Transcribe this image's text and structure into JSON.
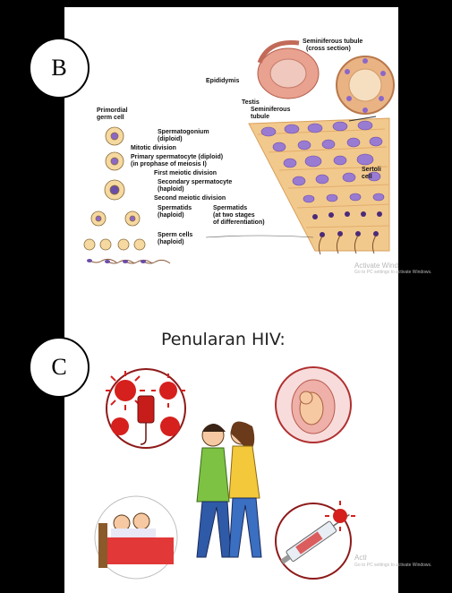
{
  "circles": {
    "b_letter": "B",
    "c_letter": "C"
  },
  "figure_b": {
    "labels": {
      "seminiferous_tubule_cross": "Seminiferous tubule",
      "seminiferous_tubule_cross_2": "(cross section)",
      "epididymis": "Epididymis",
      "testis": "Testis",
      "seminiferous_tubule": "Seminiferous",
      "seminiferous_tubule_2": "tubule",
      "primordial": "Primordial",
      "germ_cell": "germ cell",
      "spermatogonium": "Spermatogonium",
      "spermatogonium_2": "(diploid)",
      "mitotic_division": "Mitotic division",
      "primary_spermatocyte": "Primary spermatocyte (diploid)",
      "primary_spermatocyte_2": "(in prophase of meiosis I)",
      "first_meiotic": "First meiotic division",
      "secondary_spermatocyte": "Secondary spermatocyte",
      "secondary_spermatocyte_2": "(haploid)",
      "second_meiotic": "Second meiotic division",
      "spermatids": "Spermatids",
      "spermatids_2": "(haploid)",
      "spermatids_stages": "Spermatids",
      "spermatids_stages_2": "(at two stages",
      "spermatids_stages_3": "of differentiation)",
      "sertoli": "Sertoli",
      "sertoli_2": "cell",
      "sperm_cells": "Sperm cells",
      "sperm_cells_2": "(haploid)"
    },
    "watermark_1": "Activate Windows",
    "watermark_2": "Go to PC settings to activate Windows."
  },
  "figure_c": {
    "title": "Penularan HIV:",
    "watermark_1": "Activate Windows",
    "watermark_2": "Go to PC settings to activate Windows."
  },
  "colors": {
    "tissue": "#f1c98a",
    "cell": "#8b67c9",
    "virus": "#d5201d",
    "skin": "#f6c9a3"
  }
}
